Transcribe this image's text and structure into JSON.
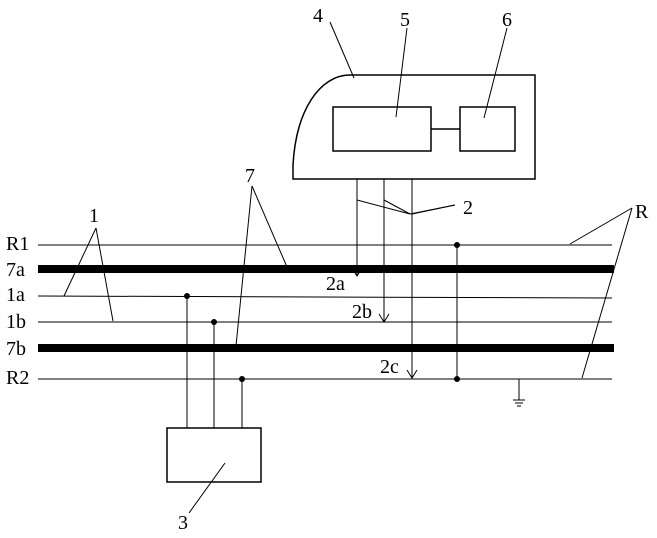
{
  "labels": {
    "n1": "1",
    "n2": "2",
    "n3": "3",
    "n4": "4",
    "n5": "5",
    "n6": "6",
    "n7": "7",
    "R": "R",
    "R1": "R1",
    "R2": "R2",
    "r7a": "7a",
    "r7b": "7b",
    "r1a": "1a",
    "r1b": "1b",
    "p2a": "2a",
    "p2b": "2b",
    "p2c": "2c"
  }
}
